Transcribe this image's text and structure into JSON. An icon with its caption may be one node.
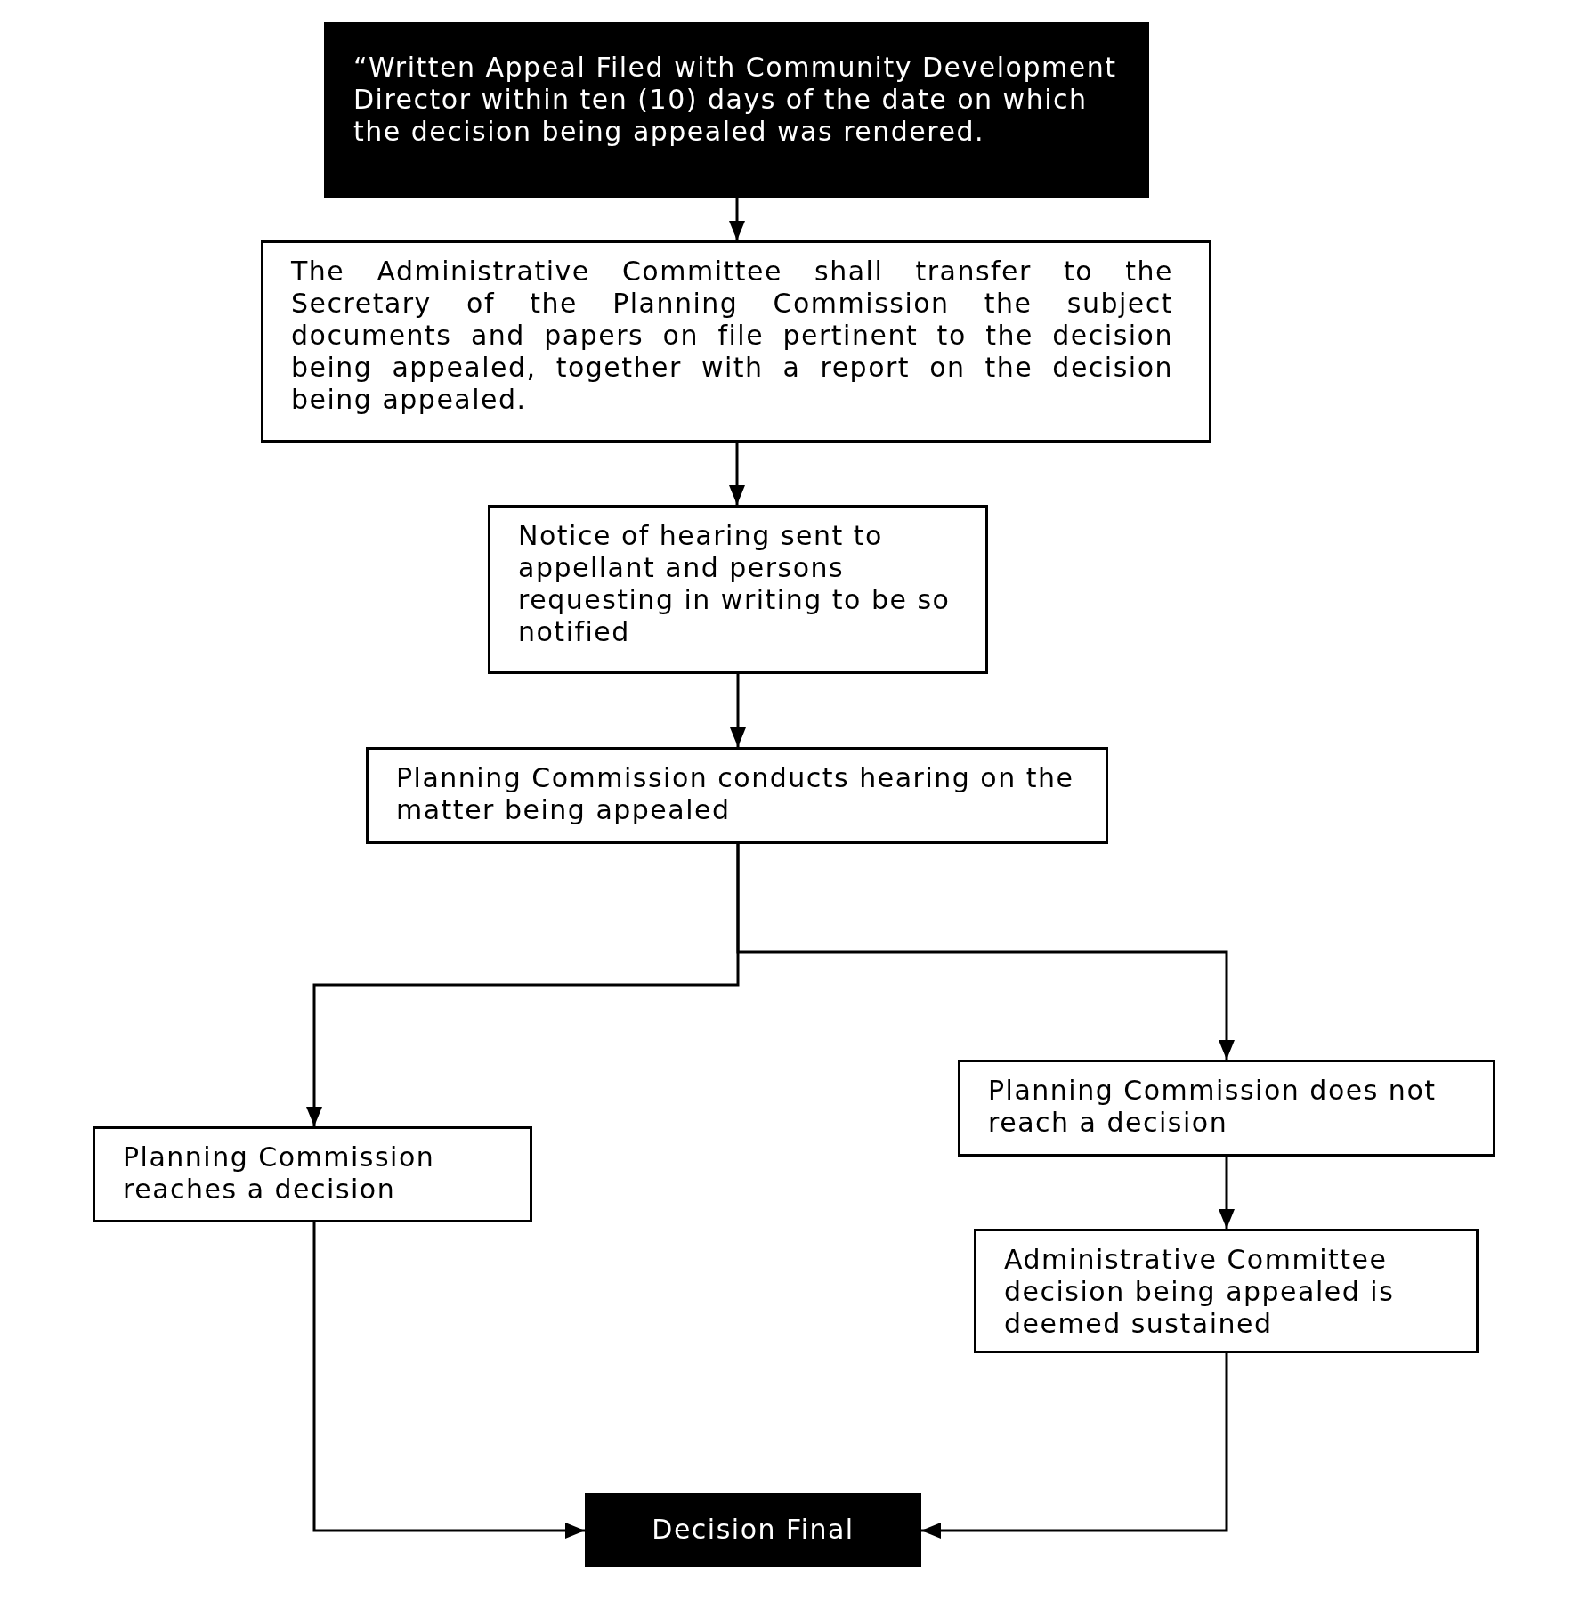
{
  "diagram": {
    "nodes": [
      {
        "text": [
          "“Written Appeal Filed with Community Development Director within ten (10) days of the date on which the decision being appealed was rendered."
        ]
      },
      {
        "text": [
          "The Administrative Committee shall transfer to the Secretary of the Planning Commission the subject documents and papers on file pertinent to the decision being appealed, together with a report on the decision being appealed."
        ]
      },
      {
        "text": [
          "Notice of hearing sent to appellant and persons requesting in writing to be so notified"
        ]
      },
      {
        "text": [
          "Planning Commission conducts hearing on the matter being appealed"
        ]
      },
      {
        "text": [
          "Planning Commission reaches a decision"
        ]
      },
      {
        "text": [
          "Planning Commission does not reach a decision"
        ]
      },
      {
        "text": [
          "Administrative Committee decision being appealed is deemed sustained"
        ]
      },
      {
        "text": [
          "Decision Final"
        ]
      }
    ],
    "edges": [
      {
        "from": 0,
        "to": 1,
        "arrow": "to"
      },
      {
        "from": 1,
        "to": 2,
        "arrow": "to"
      },
      {
        "from": 2,
        "to": 3,
        "arrow": "to"
      },
      {
        "from": 3,
        "to": 4,
        "arrow": "to"
      },
      {
        "from": 3,
        "to": 5,
        "arrow": "to"
      },
      {
        "from": 5,
        "to": 6,
        "arrow": "to"
      },
      {
        "from": 4,
        "to": 7,
        "arrow": "to"
      },
      {
        "from": 6,
        "to": 7,
        "arrow": "to"
      }
    ]
  }
}
